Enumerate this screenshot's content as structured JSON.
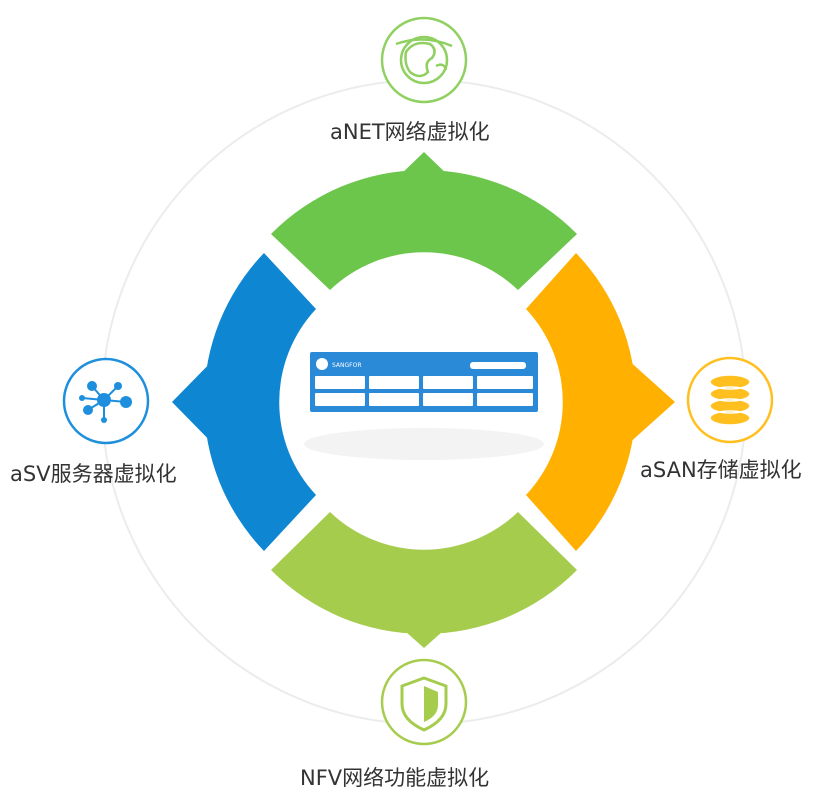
{
  "colors": {
    "anet": "#6cc64b",
    "asan": "#ffb000",
    "nfv": "#a5cc4d",
    "asv": "#0f86d2",
    "ring": "#ececec",
    "device": "#2a8ad8",
    "icon_green": "#8fd061",
    "icon_yellow": "#ffbf1f",
    "icon_blue": "#1e8fdc",
    "text": "#333333"
  },
  "nodes": {
    "anet": {
      "label": "aNET网络虚拟化",
      "icon": "globe-icon"
    },
    "asv": {
      "label": "aSV服务器虚拟化",
      "icon": "molecule-network-icon"
    },
    "asan": {
      "label": "aSAN存储虚拟化",
      "icon": "disk-stack-icon"
    },
    "nfv": {
      "label": "NFV网络功能虚拟化",
      "icon": "shield-icon"
    }
  },
  "center": {
    "icon": "server-device-icon",
    "brand": "SANGFOR"
  }
}
